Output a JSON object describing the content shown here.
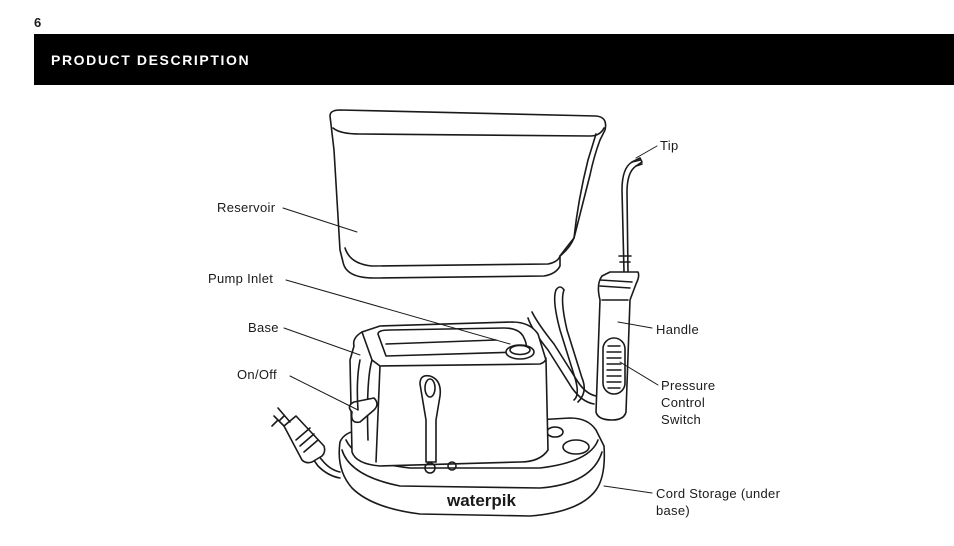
{
  "page": {
    "number": "6"
  },
  "header": {
    "title": "PRODUCT DESCRIPTION"
  },
  "brand": {
    "logo_text": "waterpik"
  },
  "labels": {
    "reservoir": "Reservoir",
    "pump_inlet": "Pump Inlet",
    "base": "Base",
    "on_off": "On/Off",
    "tip": "Tip",
    "handle": "Handle",
    "pressure_control_line1": "Pressure",
    "pressure_control_line2": "Control",
    "pressure_control_line3": "Switch",
    "cord_storage_line1": "Cord Storage (under",
    "cord_storage_line2": "base)"
  }
}
